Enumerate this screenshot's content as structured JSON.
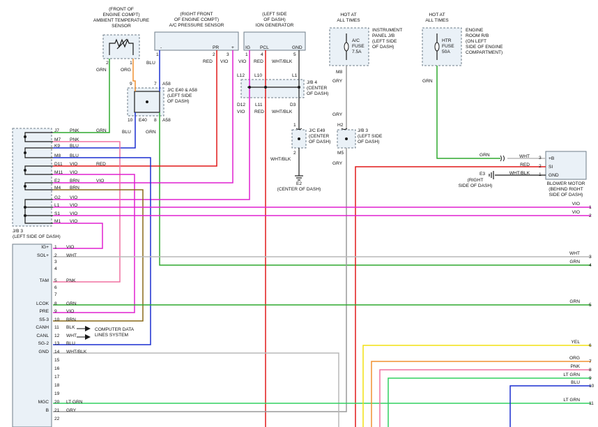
{
  "components": {
    "ambient_sensor": [
      "(FRONT OF",
      "ENGINE COMPT)",
      "AMBIENT TEMPERATURE",
      "SENSOR"
    ],
    "ac_pressure_sensor": [
      "(RIGHT FRONT",
      "OF ENGINE COMPT)",
      "A/C PRESSURE SENSOR"
    ],
    "ion_generator": [
      "(LEFT SIDE",
      "OF DASH)",
      "ION GENERATOR"
    ],
    "ip_jb": [
      "INSTRUMENT",
      "PANEL J/B",
      "(LEFT SIDE",
      "OF DASH)"
    ],
    "engine_rb": [
      "ENGINE",
      "ROOM R/B",
      "(ON LEFT",
      "SIDE OF ENGINE",
      "COMPARTMENT)"
    ],
    "jb4": [
      "J/B 4",
      "(CENTER",
      "OF DASH)"
    ],
    "jc_e40_a58": [
      "J/C E40 & A58",
      "(LEFT SIDE",
      "OF DASH)"
    ],
    "jc_e49": [
      "J/C E49",
      "(CENTER",
      "OF DASH)"
    ],
    "jb3_small": [
      "J/B 3",
      "(LEFT SIDE",
      "OF DASH)"
    ],
    "jb3_main": [
      "J/B 3",
      "(LEFT SIDE OF DASH)"
    ],
    "ground_e2": [
      "E2",
      "(CENTER OF DASH)"
    ],
    "ground_e3": [
      "E3",
      "(RIGHT",
      "SIDE OF DASH)"
    ],
    "blower_motor": [
      "BLOWER MOTOR",
      "(BEHIND RIGHT",
      "SIDE OF DASH)"
    ],
    "computer_data": [
      "COMPUTER DATA",
      "LINES SYSTEM"
    ],
    "hot_at_all_times": [
      "HOT AT",
      "ALL TIMES"
    ],
    "ac_fuse": [
      "A/C",
      "FUSE",
      "7.5A"
    ],
    "htr_fuse": [
      "HTR",
      "FUSE",
      "50A"
    ]
  },
  "sensor_pins": {
    "ambient": [
      "2",
      "1"
    ],
    "ac_pressure": [
      "1",
      "2",
      "3"
    ],
    "ac_pressure_labels": [
      "-",
      "PR",
      "+"
    ],
    "ion_pins": [
      "1",
      "4",
      "5"
    ],
    "ion_labels": [
      "IG",
      "PCL",
      "GND"
    ]
  },
  "wire_labels": {
    "amb_2": "GRN",
    "amb_1": "ORG",
    "ac_1": "BLU",
    "ac_2": "RED",
    "ac_3": "VIO",
    "ion_1": "VIO",
    "ion_4": "RED",
    "ion_5": "WHT/BLK",
    "jb4_d12": "VIO",
    "jb4_l11": "RED",
    "jb4_d3": "WHT/BLK",
    "jc_10": "BLU",
    "jc_8": "GRN",
    "m8": "GRY",
    "h2": "GRY",
    "m5": "GRY",
    "e49_2": "WHT/BLK",
    "htr_out": "GRN"
  },
  "connector_ids": {
    "a58_top": "A58",
    "a58_bot": "A58",
    "e40": "E40",
    "jb4_top": [
      "L12",
      "L10",
      "L1"
    ],
    "jb4_bot": [
      "D12",
      "L11",
      "D3"
    ],
    "m8": "M8",
    "h2": "H2",
    "m5": "M5",
    "e49_top": "1",
    "e49_bot": "2",
    "jc_top_pins": [
      "9",
      "7"
    ],
    "jc_bot_pins": [
      "10",
      "8"
    ]
  },
  "jb3_rows": [
    {
      "pin": "J7",
      "color": "PNK"
    },
    {
      "pin": "M7",
      "color": "PNK"
    },
    {
      "pin": "K9",
      "color": "BLU"
    },
    {
      "pin": "M8",
      "color": "BLU"
    },
    {
      "pin": "D11",
      "color": "VIO"
    },
    {
      "pin": "M11",
      "color": "VIO"
    },
    {
      "pin": "E2",
      "color": "BRN"
    },
    {
      "pin": "M4",
      "color": "BRN"
    },
    {
      "pin": "G2",
      "color": "VIO"
    },
    {
      "pin": "L1",
      "color": "VIO"
    },
    {
      "pin": "S1",
      "color": "VIO"
    },
    {
      "pin": "M1",
      "color": "VIO"
    }
  ],
  "jb3_extra": {
    "j7_out": "GRN",
    "d11_out": "RED",
    "e2_out": "VIO"
  },
  "ecu_rows": [
    {
      "name": "IG+",
      "pin": "1",
      "color": "VIO"
    },
    {
      "name": "SOL+",
      "pin": "2",
      "color": "WHT"
    },
    {
      "name": "",
      "pin": "3",
      "color": ""
    },
    {
      "name": "",
      "pin": "4",
      "color": ""
    },
    {
      "name": "TAM",
      "pin": "5",
      "color": "PNK"
    },
    {
      "name": "",
      "pin": "6",
      "color": ""
    },
    {
      "name": "",
      "pin": "7",
      "color": ""
    },
    {
      "name": "LCOK",
      "pin": "8",
      "color": "GRN"
    },
    {
      "name": "PRE",
      "pin": "9",
      "color": "VIO"
    },
    {
      "name": "S5-3",
      "pin": "10",
      "color": "BRN"
    },
    {
      "name": "CANH",
      "pin": "11",
      "color": "BLK"
    },
    {
      "name": "CANL",
      "pin": "12",
      "color": "WHT"
    },
    {
      "name": "SG-2",
      "pin": "13",
      "color": "BLU"
    },
    {
      "name": "GND",
      "pin": "14",
      "color": "WHT/BLK"
    },
    {
      "name": "",
      "pin": "15",
      "color": ""
    },
    {
      "name": "",
      "pin": "16",
      "color": ""
    },
    {
      "name": "",
      "pin": "17",
      "color": ""
    },
    {
      "name": "",
      "pin": "18",
      "color": ""
    },
    {
      "name": "",
      "pin": "19",
      "color": ""
    },
    {
      "name": "MGC",
      "pin": "20",
      "color": "LT GRN"
    },
    {
      "name": "B",
      "pin": "21",
      "color": "GRY"
    },
    {
      "name": "",
      "pin": "22",
      "color": ""
    }
  ],
  "blower": {
    "pins": [
      "+B",
      "SI",
      "GND"
    ],
    "nums": [
      "3",
      "2",
      "1"
    ],
    "wires": [
      "WHT",
      "RED",
      "WHT/BLK"
    ],
    "in_wire": "GRN"
  },
  "right_edge": [
    {
      "label": "VIO",
      "num": "1"
    },
    {
      "label": "VIO",
      "num": "2"
    },
    {
      "label": "WHT",
      "num": "3"
    },
    {
      "label": "GRN",
      "num": "4"
    },
    {
      "label": "GRN",
      "num": "5"
    },
    {
      "label": "YEL",
      "num": "6"
    },
    {
      "label": "ORG",
      "num": "7"
    },
    {
      "label": "PNK",
      "num": "8"
    },
    {
      "label": "LT GRN",
      "num": "9"
    },
    {
      "label": "BLU",
      "num": "10"
    },
    {
      "label": "LT GRN",
      "num": "11"
    }
  ],
  "colors": {
    "grn": "#2fa82f",
    "org": "#f09030",
    "blu": "#1a2fd0",
    "red": "#e01818",
    "vio": "#e020d0",
    "pnk": "#f070a0",
    "brn": "#8a6a18",
    "wht": "#b8b8b8",
    "gry": "#9a9a9a",
    "yel": "#f2e010",
    "ltgrn": "#30d060",
    "blk": "#1a1a1a"
  }
}
